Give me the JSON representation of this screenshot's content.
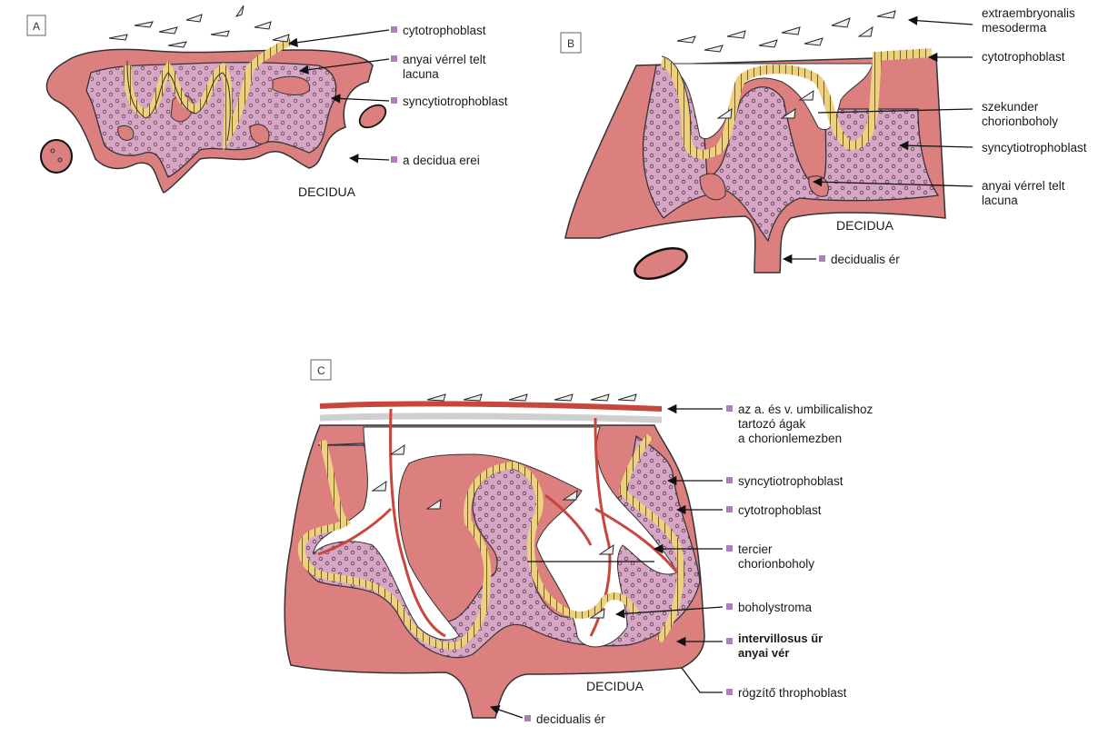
{
  "panels": {
    "A": {
      "letter": "A",
      "region_label": "DECIDUA",
      "labels": [
        "cytotrophoblast",
        "anyai vérrel telt",
        "lacuna",
        "syncytiotrophoblast",
        "a decidua erei"
      ]
    },
    "B": {
      "letter": "B",
      "region_label": "DECIDUA",
      "labels": [
        "extraembryonalis",
        "mesoderma",
        "cytotrophoblast",
        "szekunder",
        "chorionboholy",
        "syncytiotrophoblast",
        "anyai vérrel telt",
        "lacuna",
        "decidualis ér"
      ]
    },
    "C": {
      "letter": "C",
      "region_label": "DECIDUA",
      "labels": [
        "az a. és v. umbilicalishoz",
        "tartozó ágak",
        "a chorionlemezben",
        "syncytiotrophoblast",
        "cytotrophoblast",
        "tercier",
        "chorionboholy",
        "boholystroma",
        "intervillosus űr",
        "anyai vér",
        "rögzítő throphoblast",
        "decidualis ér"
      ]
    }
  },
  "colors": {
    "decidua": "#dc7f7f",
    "syncytio": "#d7a6c4",
    "cyto": "#ecd27f",
    "vessel": "#c8463c",
    "bullet": "#b07cc0"
  }
}
